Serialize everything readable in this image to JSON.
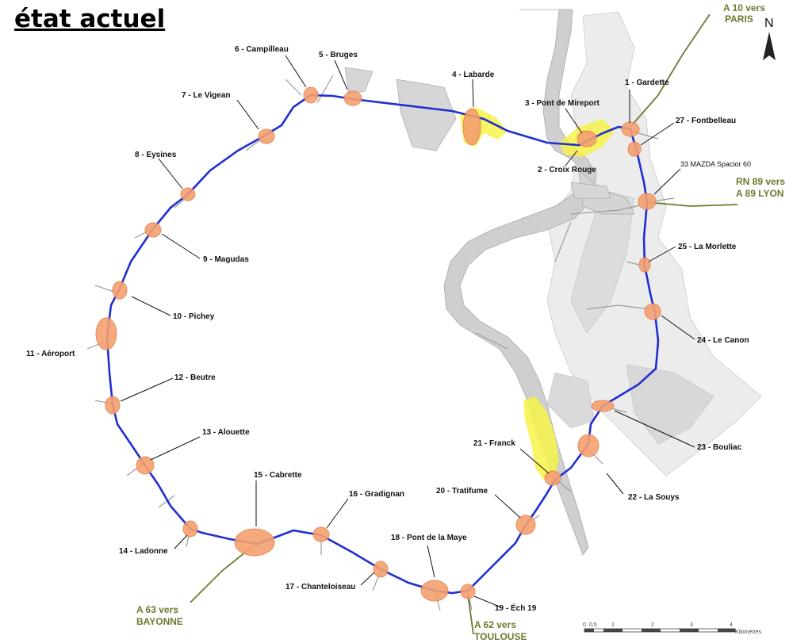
{
  "title": "état actuel",
  "north": "N",
  "colors": {
    "ring": "#1f2fd0",
    "junction": "#f4a070",
    "junction_stroke": "#e58250",
    "highlight": "#f7f34a",
    "motorway": "#6b7a2e",
    "river": "#cfcfcf",
    "outlink_text": "#6b7a2e"
  },
  "junctions": [
    {
      "label": "1 - Gardette"
    },
    {
      "label": "2 - Croix Rouge"
    },
    {
      "label": "3 - Pont de Mireport"
    },
    {
      "label": "4 - Labarde"
    },
    {
      "label": "5 - Bruges"
    },
    {
      "label": "6 - Campilleau"
    },
    {
      "label": "7 - Le Vigean"
    },
    {
      "label": "8 - Eysines"
    },
    {
      "label": "9 - Magudas"
    },
    {
      "label": "10 - Pichey"
    },
    {
      "label": "11 - Aéroport"
    },
    {
      "label": "12 - Beutre"
    },
    {
      "label": "13 - Alouette"
    },
    {
      "label": "14 - Ladonne"
    },
    {
      "label": "15 - Cabrette"
    },
    {
      "label": "16 - Gradignan"
    },
    {
      "label": "17 - Chanteloiseau"
    },
    {
      "label": "18 - Pont de la Maye"
    },
    {
      "label": "19 - Éch 19"
    },
    {
      "label": "20 - Tratifume"
    },
    {
      "label": "21 - Franck"
    },
    {
      "label": "22 - La Souys"
    },
    {
      "label": "23 - Bouliac"
    },
    {
      "label": "24 - Le Canon"
    },
    {
      "label": "25 - La Morlette"
    },
    {
      "label": "33 MAZDA Spacior 60"
    },
    {
      "label": "27 - Fontbelleau"
    }
  ],
  "outlinks": {
    "paris": {
      "line1": "A 10 vers",
      "line2": "PARIS"
    },
    "lyon": {
      "line1": "RN 89 vers",
      "line2": "A 89 LYON"
    },
    "bayonne": {
      "line1": "A 63 vers",
      "line2": "BAYONNE"
    },
    "toulouse": {
      "line1": "A 62 vers",
      "line2": "TOULOUSE"
    }
  },
  "scale": {
    "ticks": [
      "0",
      "0,5",
      "1",
      "2",
      "3",
      "4"
    ],
    "unit": "Kilomètres"
  }
}
